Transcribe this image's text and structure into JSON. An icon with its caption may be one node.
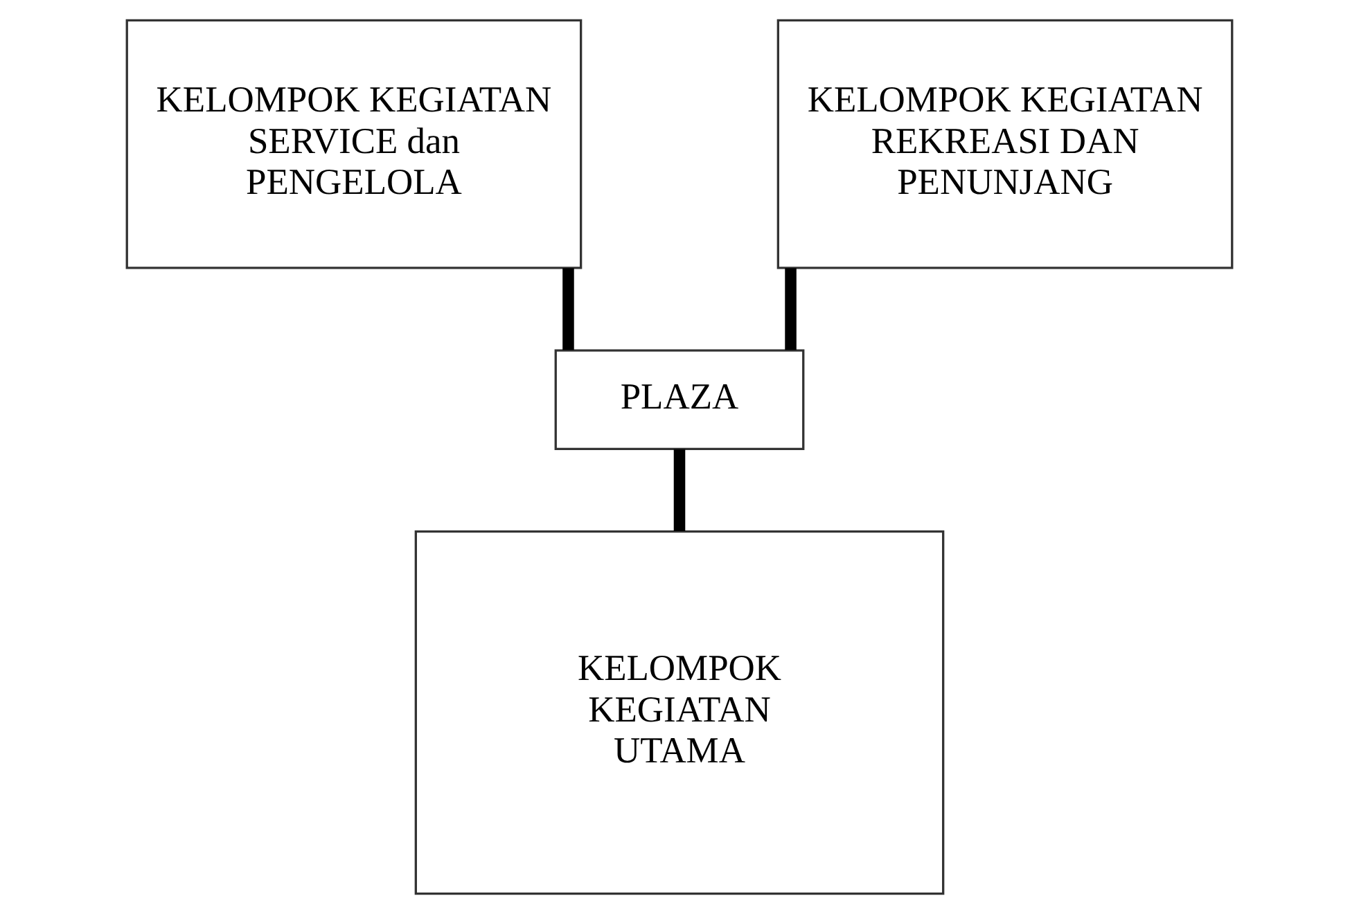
{
  "diagram": {
    "nodes": [
      {
        "text": [
          "KELOMPOK KEGIATAN SERVICE dan PENGELOLA"
        ]
      },
      {
        "text": [
          "KELOMPOK KEGIATAN REKREASI DAN PENUNJANG"
        ]
      },
      {
        "text": [
          "PLAZA"
        ]
      },
      {
        "text": [
          "KELOMPOK KEGIATAN UTAMA"
        ]
      }
    ],
    "edges": [
      {
        "from": 0,
        "to": 2,
        "arrow": "none"
      },
      {
        "from": 1,
        "to": 2,
        "arrow": "none"
      },
      {
        "from": 2,
        "to": 3,
        "arrow": "none"
      }
    ]
  }
}
